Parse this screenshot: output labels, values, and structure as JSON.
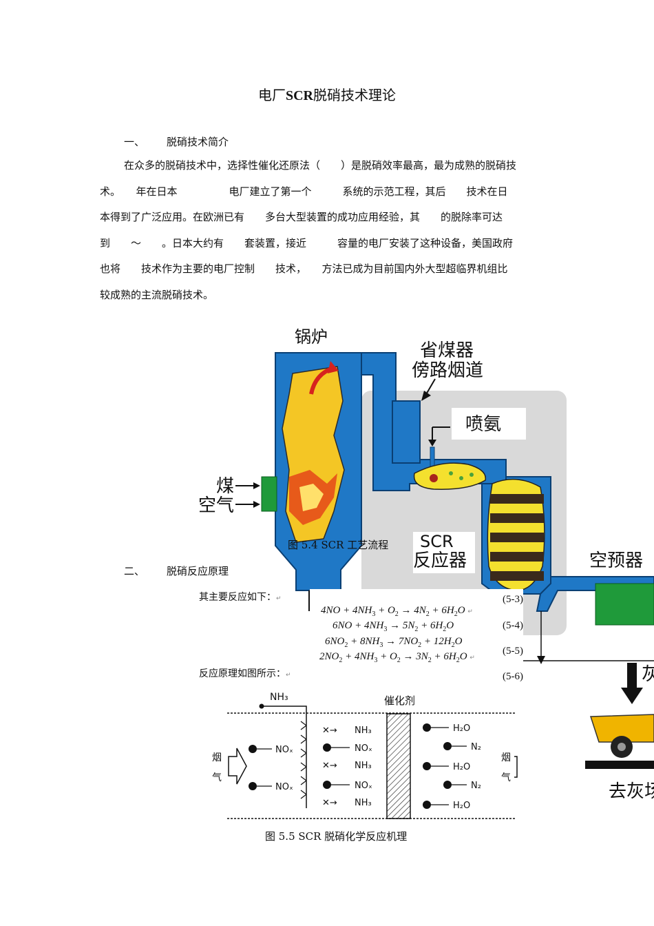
{
  "title_prefix": "电厂",
  "title_bold": "SCR",
  "title_suffix": "脱硝技术理论",
  "section1": {
    "num": "一、",
    "title": "脱硝技术简介"
  },
  "paragraph_lines": [
    "在众多的脱硝技术中，选择性催化还原法（　　）是脱硝效率最高，最为成熟的脱硝技",
    "术。　　年在日本　　　　　电厂建立了第一个　　　系统的示范工程，其后　　技术在日",
    "本得到了广泛应用。在欧洲已有　　多台大型装置的成功应用经验，其　　的脱除率可达",
    "到　　～　　。日本大约有　　套装置，接近　　　容量的电厂安装了这种设备，美国政府",
    "也将　　技术作为主要的电厂控制　　技术，　　方法已成为目前国内外大型超临界机组比",
    "较成熟的主流脱硝技术。"
  ],
  "figure1": {
    "labels": {
      "boiler": "锅炉",
      "bypass_line1": "省煤器",
      "bypass_line2": "傍路烟道",
      "ammonia": "喷氨",
      "coal": "煤",
      "air": "空气",
      "scr_line1": "SCR",
      "scr_line2": "反应器",
      "air_preheater": "空预器",
      "ash_partial": "灰",
      "to_ash_partial": "去灰场"
    },
    "caption": "图 5.4 SCR 工艺流程"
  },
  "section2": {
    "num": "二、",
    "title": "脱硝反应原理"
  },
  "reaction_intro": "其主要反应如下：",
  "equation_numbers": [
    "(5-3)",
    "(5-4)",
    "(5-5)",
    "(5-6)"
  ],
  "mechanism_intro": "反应原理如图所示：",
  "figure2": {
    "nh3_inlet": "NH₃",
    "catalyst": "催化剂",
    "flue_gas_left_1": "烟",
    "flue_gas_left_2": "气",
    "flue_gas_right_1": "烟",
    "flue_gas_right_2": "气",
    "inlet_nox": "NOₓ",
    "mid_species": [
      "NH₃",
      "NOₓ",
      "NH₃",
      "NOₓ",
      "NH₃"
    ],
    "products": [
      "H₂O",
      "N₂",
      "H₂O",
      "N₂",
      "H₂O"
    ],
    "caption": "图 5.5 SCR 脱硝化学反应机理"
  }
}
